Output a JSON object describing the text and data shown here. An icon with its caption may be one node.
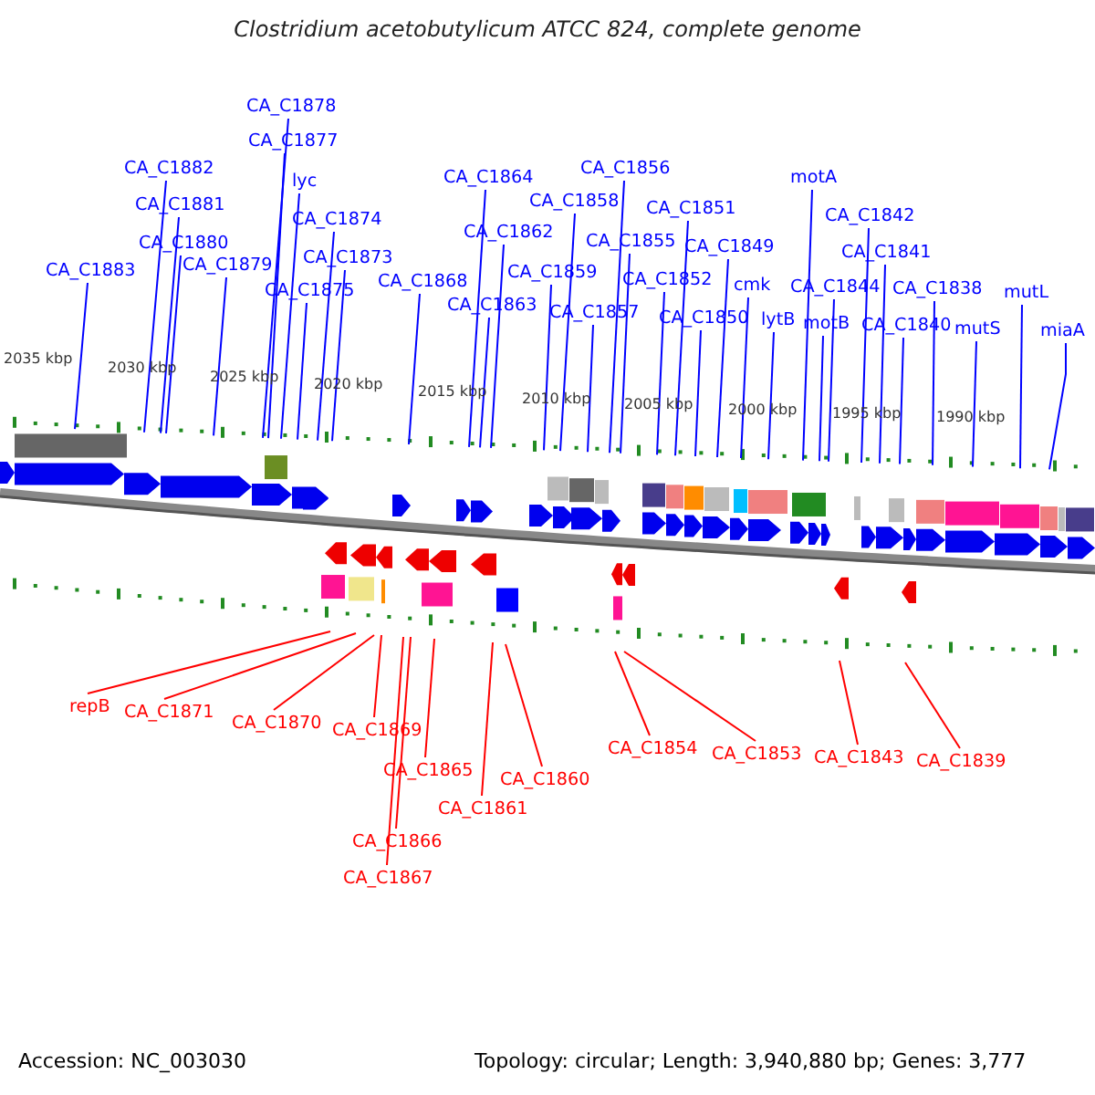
{
  "diagram": {
    "title": "Clostridium acetobutylicum ATCC 824, complete genome",
    "nodes": [
      {
        "text": [
          "CA_C1883"
        ]
      },
      {
        "text": [
          "CA_C1882"
        ]
      },
      {
        "text": [
          "CA_C1881"
        ]
      },
      {
        "text": [
          "CA_C1880"
        ]
      },
      {
        "text": [
          "CA_C1879"
        ]
      },
      {
        "text": [
          "CA_C1878"
        ]
      },
      {
        "text": [
          "CA_C1877"
        ]
      },
      {
        "text": [
          "lyc"
        ]
      },
      {
        "text": [
          "CA_C1874"
        ]
      },
      {
        "text": [
          "CA_C1873"
        ]
      },
      {
        "text": [
          "CA_C1875"
        ]
      },
      {
        "text": [
          "CA_C1868"
        ]
      },
      {
        "text": [
          "CA_C1864"
        ]
      },
      {
        "text": [
          "CA_C1862"
        ]
      },
      {
        "text": [
          "CA_C1863"
        ]
      },
      {
        "text": [
          "CA_C1858"
        ]
      },
      {
        "text": [
          "CA_C1859"
        ]
      },
      {
        "text": [
          "CA_C1856"
        ]
      },
      {
        "text": [
          "CA_C1855"
        ]
      },
      {
        "text": [
          "CA_C1857"
        ]
      },
      {
        "text": [
          "CA_C1851"
        ]
      },
      {
        "text": [
          "CA_C1852"
        ]
      },
      {
        "text": [
          "CA_C1849"
        ]
      },
      {
        "text": [
          "CA_C1850"
        ]
      },
      {
        "text": [
          "cmk"
        ]
      },
      {
        "text": [
          "lytB"
        ]
      },
      {
        "text": [
          "motA"
        ]
      },
      {
        "text": [
          "CA_C1844"
        ]
      },
      {
        "text": [
          "motB"
        ]
      },
      {
        "text": [
          "CA_C1842"
        ]
      },
      {
        "text": [
          "CA_C1841"
        ]
      },
      {
        "text": [
          "CA_C1840"
        ]
      },
      {
        "text": [
          "CA_C1838"
        ]
      },
      {
        "text": [
          "mutS"
        ]
      },
      {
        "text": [
          "mutL"
        ]
      },
      {
        "text": [
          "miaA"
        ]
      },
      {
        "text": [
          "repB"
        ]
      },
      {
        "text": [
          "CA_C1871"
        ]
      },
      {
        "text": [
          "CA_C1870"
        ]
      },
      {
        "text": [
          "CA_C1869"
        ]
      },
      {
        "text": [
          "CA_C1865"
        ]
      },
      {
        "text": [
          "CA_C1866"
        ]
      },
      {
        "text": [
          "CA_C1867"
        ]
      },
      {
        "text": [
          "CA_C1861"
        ]
      },
      {
        "text": [
          "CA_C1860"
        ]
      },
      {
        "text": [
          "CA_C1854"
        ]
      },
      {
        "text": [
          "CA_C1853"
        ]
      },
      {
        "text": [
          "CA_C1843"
        ]
      },
      {
        "text": [
          "CA_C1839"
        ]
      }
    ],
    "edges": [
      {
        "from": 0,
        "to": null,
        "arrow": "none"
      },
      {
        "from": 1,
        "to": null,
        "arrow": "none"
      },
      {
        "from": 2,
        "to": null,
        "arrow": "none"
      },
      {
        "from": 3,
        "to": null,
        "arrow": "none"
      },
      {
        "from": 4,
        "to": null,
        "arrow": "none"
      },
      {
        "from": 5,
        "to": null,
        "arrow": "none"
      },
      {
        "from": 6,
        "to": null,
        "arrow": "none"
      },
      {
        "from": 7,
        "to": null,
        "arrow": "none"
      },
      {
        "from": 8,
        "to": null,
        "arrow": "none"
      },
      {
        "from": 9,
        "to": null,
        "arrow": "none"
      },
      {
        "from": 10,
        "to": null,
        "arrow": "none"
      },
      {
        "from": 11,
        "to": null,
        "arrow": "none"
      },
      {
        "from": 12,
        "to": null,
        "arrow": "none"
      },
      {
        "from": 13,
        "to": null,
        "arrow": "none"
      },
      {
        "from": 14,
        "to": null,
        "arrow": "none"
      },
      {
        "from": 15,
        "to": null,
        "arrow": "none"
      },
      {
        "from": 16,
        "to": null,
        "arrow": "none"
      },
      {
        "from": 17,
        "to": null,
        "arrow": "none"
      },
      {
        "from": 18,
        "to": null,
        "arrow": "none"
      },
      {
        "from": 19,
        "to": null,
        "arrow": "none"
      },
      {
        "from": 20,
        "to": null,
        "arrow": "none"
      },
      {
        "from": 21,
        "to": null,
        "arrow": "none"
      },
      {
        "from": 22,
        "to": null,
        "arrow": "none"
      },
      {
        "from": 23,
        "to": null,
        "arrow": "none"
      },
      {
        "from": 24,
        "to": null,
        "arrow": "none"
      },
      {
        "from": 25,
        "to": null,
        "arrow": "none"
      },
      {
        "from": 26,
        "to": null,
        "arrow": "none"
      },
      {
        "from": 27,
        "to": null,
        "arrow": "none"
      },
      {
        "from": 28,
        "to": null,
        "arrow": "none"
      },
      {
        "from": 29,
        "to": null,
        "arrow": "none"
      },
      {
        "from": 30,
        "to": null,
        "arrow": "none"
      },
      {
        "from": 31,
        "to": null,
        "arrow": "none"
      },
      {
        "from": 32,
        "to": null,
        "arrow": "none"
      },
      {
        "from": 33,
        "to": null,
        "arrow": "none"
      },
      {
        "from": 34,
        "to": null,
        "arrow": "none"
      },
      {
        "from": 35,
        "to": null,
        "arrow": "none"
      },
      {
        "from": 36,
        "to": null,
        "arrow": "none",
        "color": "#ff0000"
      },
      {
        "from": 37,
        "to": null,
        "arrow": "none",
        "color": "#ff0000"
      },
      {
        "from": 38,
        "to": null,
        "arrow": "none",
        "color": "#ff0000"
      },
      {
        "from": 39,
        "to": null,
        "arrow": "none",
        "color": "#ff0000"
      },
      {
        "from": 40,
        "to": null,
        "arrow": "none",
        "color": "#ff0000"
      },
      {
        "from": 41,
        "to": null,
        "arrow": "none",
        "color": "#ff0000"
      },
      {
        "from": 42,
        "to": null,
        "arrow": "none",
        "color": "#ff0000"
      },
      {
        "from": 43,
        "to": null,
        "arrow": "none",
        "color": "#ff0000"
      },
      {
        "from": 44,
        "to": null,
        "arrow": "none",
        "color": "#ff0000"
      },
      {
        "from": 45,
        "to": null,
        "arrow": "none",
        "color": "#ff0000"
      },
      {
        "from": 46,
        "to": null,
        "arrow": "none",
        "color": "#ff0000"
      },
      {
        "from": 47,
        "to": null,
        "arrow": "none",
        "color": "#ff0000"
      },
      {
        "from": 48,
        "to": null,
        "arrow": "none",
        "color": "#ff0000"
      }
    ],
    "labels": [
      "2035 kbp",
      "2030 kbp",
      "2025 kbp",
      "2020 kbp",
      "2015 kbp",
      "2010 kbp",
      "2005 kbp",
      "2000 kbp",
      "1995 kbp",
      "1990 kbp",
      "Accession: NC_003030",
      "Topology: circular; Length: 3,940,880 bp; Genes: 3,777"
    ]
  }
}
